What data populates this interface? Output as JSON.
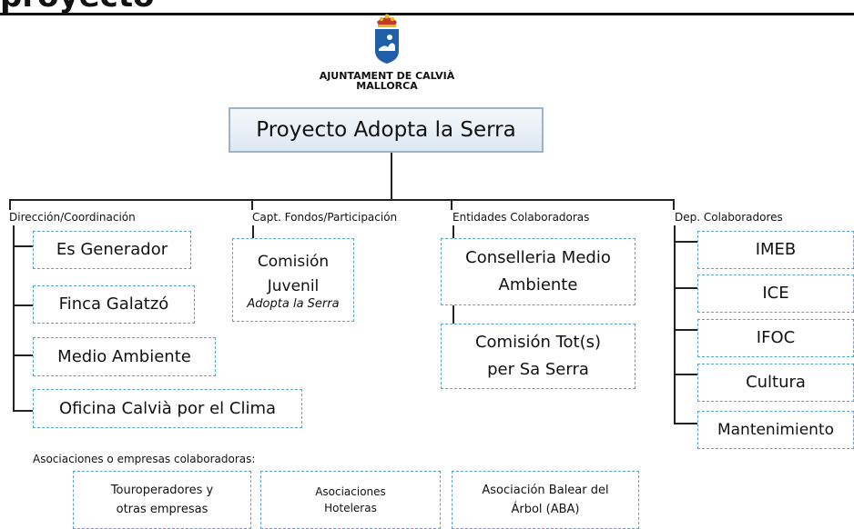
{
  "header": {
    "partial_title": "proyecto"
  },
  "logo": {
    "org_line1": "AJUNTAMENT DE CALVIÀ",
    "org_line2": "MALLORCA"
  },
  "title": "Proyecto Adopta la Serra",
  "branches": [
    {
      "header": "Dirección/Coordinación",
      "items": [
        "Es Generador",
        "Finca Galatzó",
        "Medio Ambiente",
        "Oficina Calvià por el Clima"
      ]
    },
    {
      "header": "Capt. Fondos/Participación",
      "item_line1": "Comisión",
      "item_line2": "Juvenil",
      "item_sub": "Adopta la Serra"
    },
    {
      "header": "Entidades Colaboradoras",
      "items": [
        {
          "line1": "Conselleria Medio",
          "line2": "Ambiente"
        },
        {
          "line1": "Comisión Tot(s)",
          "line2": "per Sa Serra"
        }
      ]
    },
    {
      "header": "Dep. Colaboradores",
      "items": [
        "IMEB",
        "ICE",
        "IFOC",
        "Cultura",
        "Mantenimiento"
      ]
    }
  ],
  "associations": {
    "label": "Asociaciones o empresas colaboradoras:",
    "items": [
      {
        "line1": "Touroperadores y",
        "line2": "otras empresas"
      },
      {
        "line1": "Asociaciones",
        "line2": "Hoteleras"
      },
      {
        "line1": "Asociación Balear del",
        "line2": "Árbol (ABA)"
      }
    ]
  },
  "colors": {
    "box_border": "#5aa3c8",
    "title_border": "#9bb3cc",
    "line": "#222222"
  }
}
